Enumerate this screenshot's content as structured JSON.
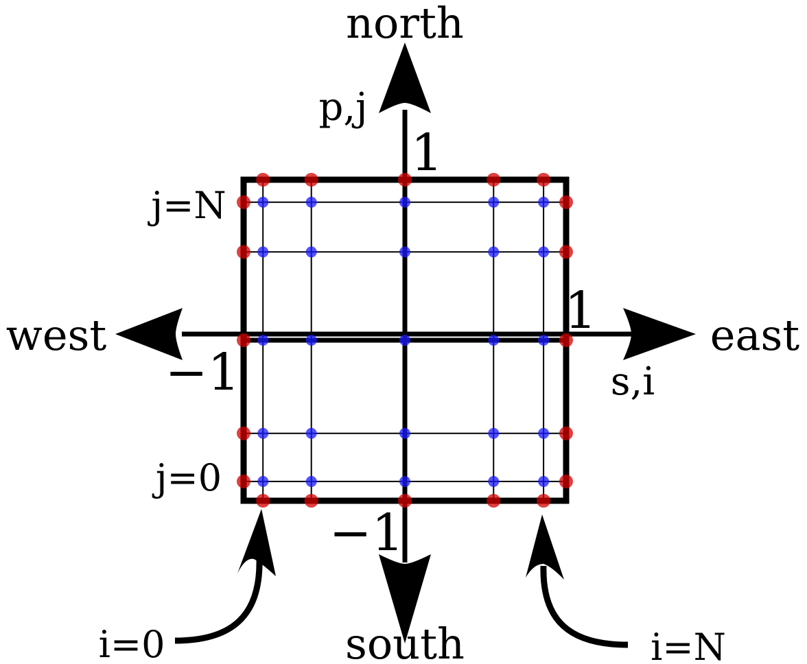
{
  "labels": {
    "north": "north",
    "south": "south",
    "east": "east",
    "west": "west",
    "p_axis": "p,j",
    "s_axis": "s,i",
    "p_max": "1",
    "p_min": "−1",
    "s_max": "1",
    "s_min": "−1",
    "j_top": "j=N",
    "j_bottom": "j=0",
    "i_left": "i=0",
    "i_right": "i=N"
  },
  "colors": {
    "boundary_nodes": "#d40000",
    "interior_nodes": "#1a1aff",
    "lines": "#000000"
  },
  "domain": {
    "s_range": [
      -1,
      1
    ],
    "p_range": [
      -1,
      1
    ],
    "grid_coordinates": [
      -0.88,
      -0.58,
      0,
      0.55,
      0.86
    ]
  }
}
